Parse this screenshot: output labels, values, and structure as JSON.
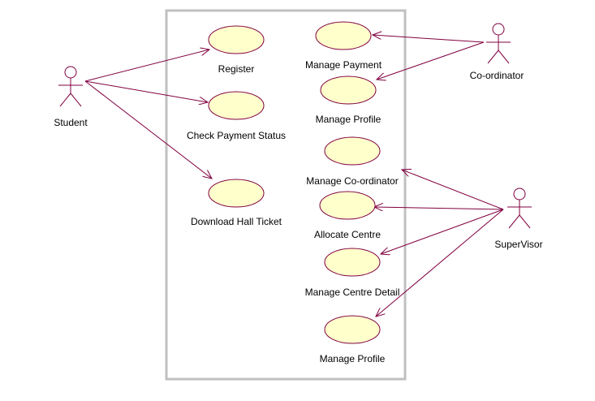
{
  "colors": {
    "boundary": "#c0c0c0",
    "line": "#800040",
    "usecase_fill": "#ffffcc",
    "usecase_stroke": "#800040",
    "actor_stroke": "#800040",
    "text": "#000000"
  },
  "actors": [
    {
      "id": "student",
      "name": "Student"
    },
    {
      "id": "coordinator",
      "name": "Co-ordinator"
    },
    {
      "id": "supervisor",
      "name": "SuperVisor"
    }
  ],
  "use_cases": [
    {
      "id": "register",
      "label": "Register"
    },
    {
      "id": "check_payment",
      "label": "Check Payment Status"
    },
    {
      "id": "download_ticket",
      "label": "Download Hall Ticket"
    },
    {
      "id": "manage_payment",
      "label": "Manage Payment"
    },
    {
      "id": "manage_profile_1",
      "label": "Manage Profile"
    },
    {
      "id": "manage_coordinator",
      "label": "Manage Co-ordinator"
    },
    {
      "id": "allocate_centre",
      "label": "Allocate Centre"
    },
    {
      "id": "manage_centre_detail",
      "label": "Manage Centre Detail"
    },
    {
      "id": "manage_profile_2",
      "label": "Manage Profile"
    }
  ],
  "associations": [
    {
      "from": "student",
      "to": "register"
    },
    {
      "from": "student",
      "to": "check_payment"
    },
    {
      "from": "student",
      "to": "download_ticket"
    },
    {
      "from": "coordinator",
      "to": "manage_payment"
    },
    {
      "from": "coordinator",
      "to": "manage_profile_1"
    },
    {
      "from": "supervisor",
      "to": "manage_coordinator"
    },
    {
      "from": "supervisor",
      "to": "allocate_centre"
    },
    {
      "from": "supervisor",
      "to": "manage_centre_detail"
    },
    {
      "from": "supervisor",
      "to": "manage_profile_2"
    }
  ]
}
